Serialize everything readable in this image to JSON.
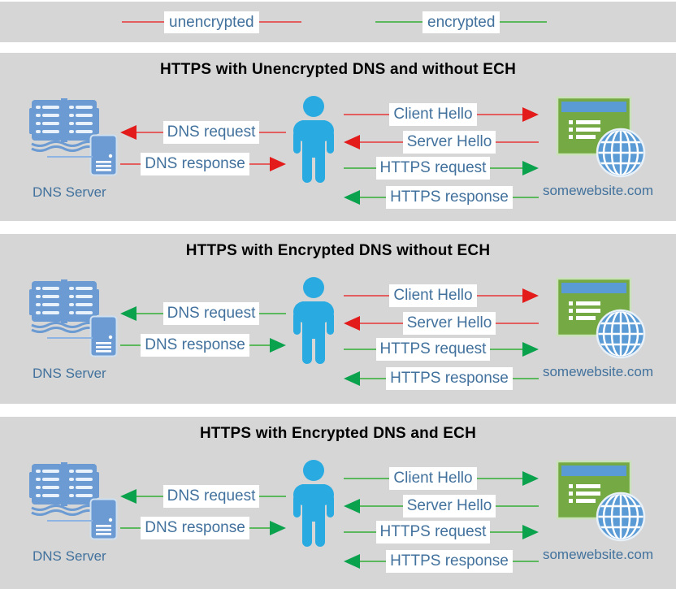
{
  "legend": {
    "items": [
      {
        "label": "unencrypted",
        "state": "unencrypted"
      },
      {
        "label": "encrypted",
        "state": "encrypted"
      }
    ]
  },
  "colors": {
    "panel_background": "#d6d6d6",
    "unencrypted_line": "#e35f5f",
    "unencrypted_arrowhead": "#e31b1b",
    "encrypted_line": "#5cb85c",
    "encrypted_arrowhead": "#0aa24c",
    "label_text": "#41719c",
    "title_text": "#000000",
    "person_blue": "#29abe2",
    "dns_icon_blue": "#6b9bd2",
    "site_window_green": "#74a943",
    "site_accent_blue": "#5b9bd5"
  },
  "panels": [
    {
      "title": "HTTPS with Unencrypted DNS and without ECH",
      "dns_label": "DNS Server",
      "site_label": "somewebsite.com",
      "messages": [
        {
          "label": "DNS request",
          "state": "unencrypted",
          "direction": "left"
        },
        {
          "label": "DNS response",
          "state": "unencrypted",
          "direction": "right"
        },
        {
          "label": "Client Hello",
          "state": "unencrypted",
          "direction": "right"
        },
        {
          "label": "Server Hello",
          "state": "unencrypted",
          "direction": "left"
        },
        {
          "label": "HTTPS request",
          "state": "encrypted",
          "direction": "right"
        },
        {
          "label": "HTTPS response",
          "state": "encrypted",
          "direction": "left"
        }
      ]
    },
    {
      "title": "HTTPS with Encrypted DNS without ECH",
      "dns_label": "DNS Server",
      "site_label": "somewebsite.com",
      "messages": [
        {
          "label": "DNS request",
          "state": "encrypted",
          "direction": "left"
        },
        {
          "label": "DNS response",
          "state": "encrypted",
          "direction": "right"
        },
        {
          "label": "Client Hello",
          "state": "unencrypted",
          "direction": "right"
        },
        {
          "label": "Server Hello",
          "state": "unencrypted",
          "direction": "left"
        },
        {
          "label": "HTTPS request",
          "state": "encrypted",
          "direction": "right"
        },
        {
          "label": "HTTPS response",
          "state": "encrypted",
          "direction": "left"
        }
      ]
    },
    {
      "title": "HTTPS with Encrypted DNS and ECH",
      "dns_label": "DNS Server",
      "site_label": "somewebsite.com",
      "messages": [
        {
          "label": "DNS request",
          "state": "encrypted",
          "direction": "left"
        },
        {
          "label": "DNS response",
          "state": "encrypted",
          "direction": "right"
        },
        {
          "label": "Client Hello",
          "state": "encrypted",
          "direction": "right"
        },
        {
          "label": "Server Hello",
          "state": "encrypted",
          "direction": "left"
        },
        {
          "label": "HTTPS request",
          "state": "encrypted",
          "direction": "right"
        },
        {
          "label": "HTTPS response",
          "state": "encrypted",
          "direction": "left"
        }
      ]
    }
  ]
}
